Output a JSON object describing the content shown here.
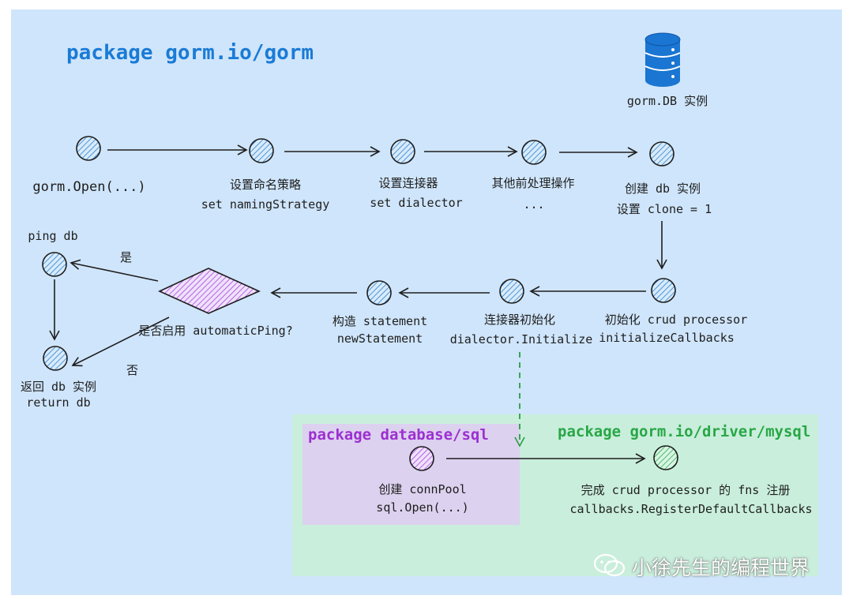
{
  "packages": {
    "main": "package  gorm.io/gorm",
    "database_sql": "package  database/sql",
    "driver_mysql": "package  gorm.io/driver/mysql"
  },
  "db_instance_label": "gorm.DB 实例",
  "nodes": {
    "open": {
      "line1": "gorm.Open(...)"
    },
    "naming": {
      "line1": "设置命名策略",
      "line2": "set namingStrategy"
    },
    "dialector": {
      "line1": "设置连接器",
      "line2": "set dialector"
    },
    "preprocess": {
      "line1": "其他前处理操作",
      "line2": "..."
    },
    "create_db": {
      "line1": "创建 db 实例",
      "line2": "设置 clone = 1"
    },
    "init_crud": {
      "line1": "初始化 crud processor",
      "line2": "initializeCallbacks"
    },
    "init_dialector": {
      "line1": "连接器初始化",
      "line2": "dialector.Initialize"
    },
    "statement": {
      "line1": "构造 statement",
      "line2": "newStatement"
    },
    "decision": {
      "line1": "是否启用 automaticPing?"
    },
    "ping": {
      "line1": "ping db"
    },
    "return": {
      "line1": "返回 db 实例",
      "line2": "return db"
    },
    "connpool": {
      "line1": "创建 connPool",
      "line2": "sql.Open(...)"
    },
    "register": {
      "line1": "完成 crud processor 的 fns 注册",
      "line2": "callbacks.RegisterDefaultCallbacks"
    }
  },
  "edge_labels": {
    "yes": "是",
    "no": "否"
  },
  "watermark": "小徐先生的编程世界",
  "colors": {
    "outer_bg": "#cfe5fb",
    "green_bg": "#c9eedc",
    "purple_bg": "#dcd1ef",
    "blue": "#1a7bd6",
    "purple": "#9d2fd1",
    "green": "#28a745"
  }
}
